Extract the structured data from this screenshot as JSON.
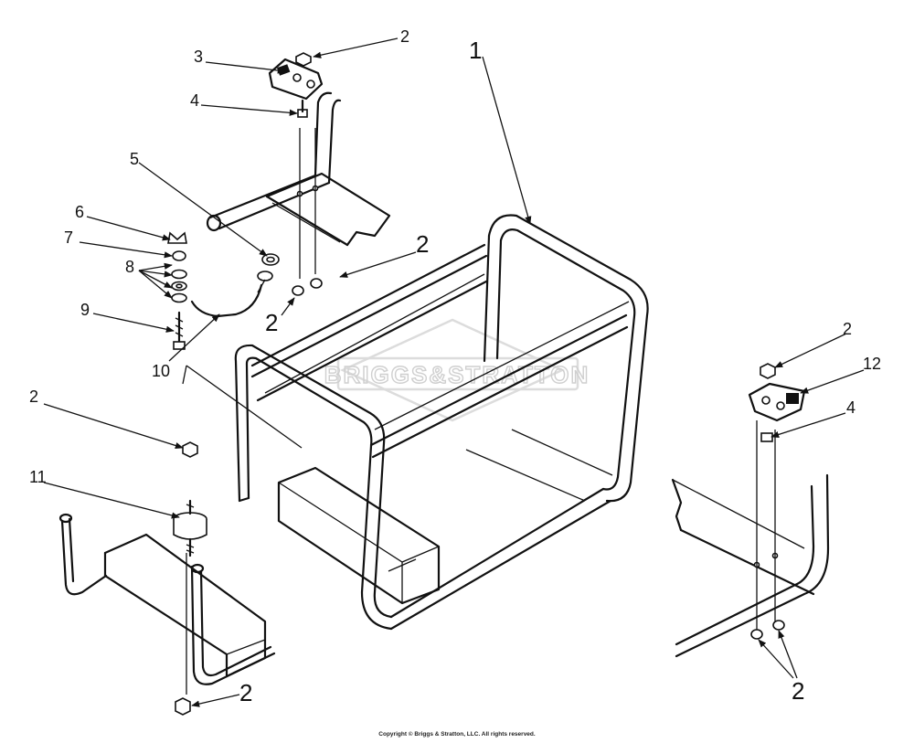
{
  "watermark": {
    "text": "BRIGGS&STRATTON"
  },
  "copyright": "Copyright © Briggs & Stratton, LLC. All rights reserved.",
  "callouts": {
    "c1": "1",
    "c2_top": "2",
    "c3": "3",
    "c4_top": "4",
    "c5": "5",
    "c6": "6",
    "c7": "7",
    "c8": "8",
    "c9": "9",
    "c10": "10",
    "c2_mid_right": "2",
    "c2_mid_left": "2",
    "c2_left": "2",
    "c11": "11",
    "c2_bottom": "2",
    "c2_right_top": "2",
    "c12": "12",
    "c4_right": "4",
    "c2_right_bottom": "2"
  }
}
